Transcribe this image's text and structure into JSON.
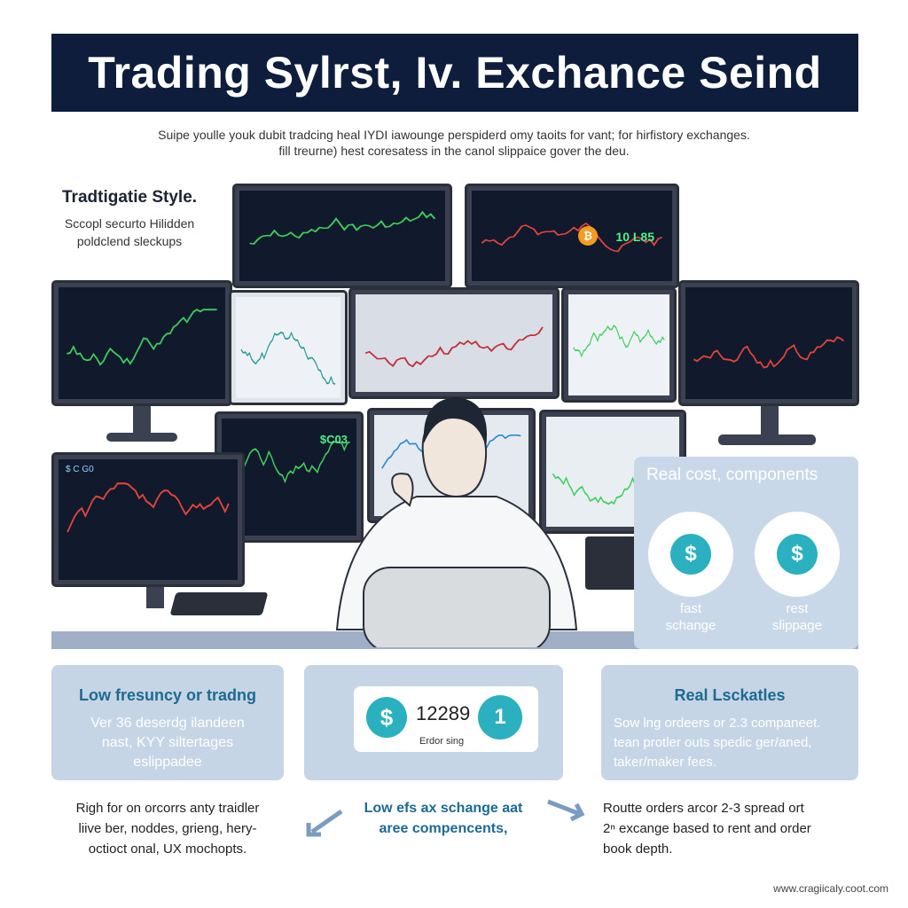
{
  "header": {
    "title": "Trading Sylrst, Iv. Exchance Seind"
  },
  "subtitle": [
    "Suipe youlle youk dubit tradcing heal IYDI iawounge perspiderd omy taoits for vant; for hirfistory exchanges.",
    "fill treurne) hest coresatess in the canol slippaice gover the deu."
  ],
  "style_block": {
    "title": "Tradtigatie Style.",
    "lines": [
      "Sccopl securto Hilidden",
      "poldclend sleckups"
    ]
  },
  "real_cost": {
    "title": "Real cost,  components",
    "items": [
      {
        "icon": "dollar-icon",
        "label": [
          "fast",
          "schange"
        ]
      },
      {
        "icon": "dollar-icon",
        "label": [
          "rest",
          "slippage"
        ]
      }
    ]
  },
  "cards": [
    {
      "title": "Low fresuncy or tradng",
      "lines": [
        "Ver 36 deserdg ilandeen",
        "nast, KYY siltertages",
        "eslippadee"
      ]
    },
    {
      "amount": "12289",
      "badge": "1",
      "caption": "Erdor sing",
      "dollar": "$"
    },
    {
      "title": "Real Lsckatles",
      "lines": [
        "Sow lng ordeers or 2.3 companeet.",
        "tean protler outs spedic ger/aned,",
        "taker/maker fees."
      ]
    }
  ],
  "notes": {
    "left": [
      "Righ for on orcorrs anty traidler",
      "liive ber, noddes, grieng, hery-",
      "octioct onal, UX mochopts."
    ],
    "center": [
      "Low efs ax schange aat",
      "aree compencents,"
    ],
    "right": [
      "Routte orders arcor 2-3 spread ort",
      "2ⁿ excange based to rent and order",
      "book depth."
    ]
  },
  "screen_labels": {
    "m1": "10 L85",
    "m2": "$C03",
    "m3": "$ C G0"
  },
  "footer": "www.cragiicaly.coot.com",
  "colors": {
    "navy": "#0e1d3c",
    "teal": "#2ab0bf",
    "panel": "#c5d5e6",
    "heading": "#1d6a93"
  }
}
